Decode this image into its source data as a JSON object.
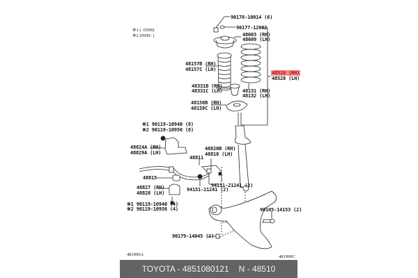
{
  "legend": {
    "note1": "※1  (      -0509)",
    "note2": "※2  (0509-      )"
  },
  "labels": {
    "p90178": "90178-10014 (6)",
    "p90177": "90177-12002",
    "p48603": "48603 (RH)",
    "p48609": "48609 (LH)",
    "p48157b": "48157B (RH)",
    "p48157c": "48157C (LH)",
    "p48510": "48510 (RH)",
    "p48520": "48520 (LH)",
    "p48331b": "48331B (RH)",
    "p48331c": "48331C (LH)",
    "p48131": "48131 (RH)",
    "p48132": "48132 (LH)",
    "p48158b": "48158B (RH)",
    "p48158c": "48158C (LH)",
    "p90119a1": "※1 90119-10940 (8)",
    "p90119a2": "※2 90119-10956 (8)",
    "p48824a": "48824A (RH)",
    "p48829a": "48829A (LH)",
    "p48820": "48820B (RH)",
    "p48810": "48810  (LH)",
    "p48811": "48811",
    "p48815": "48815",
    "p94151a": "94151-21241 (2)",
    "p94151b": "94151-21241 (2)",
    "p48827": "48827 (RH)",
    "p48828": "48828 (LH)",
    "p90119b1": "※1 90119-10940 (4)",
    "p90119b2": "※2 90119-10956 (4)",
    "p90105": "90105-14153 (2)",
    "p90179": "90179-14045 (2)"
  },
  "figure_codes": {
    "left": "481990A",
    "right": "481990C"
  },
  "bottom_bar": {
    "brand_part": "TOYOTA - 4851080121",
    "number": "N - 48510"
  },
  "colors": {
    "highlight_bg": "#f28b8b",
    "highlight_text": "#b01010",
    "bar_bg": "#636363",
    "bar_text": "#f2f2f2"
  }
}
